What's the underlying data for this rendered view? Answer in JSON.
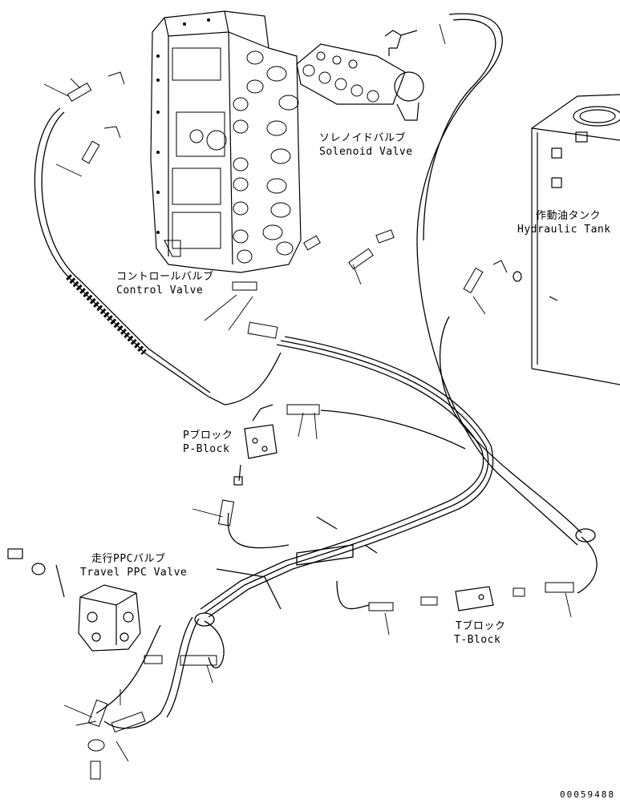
{
  "labels": {
    "solenoid_jp": "ソレノイドバルブ",
    "solenoid_en": "Solenoid Valve",
    "control_jp": "コントロールバルブ",
    "control_en": "Control Valve",
    "tank_jp": "作動油タンク",
    "tank_en": "Hydraulic Tank",
    "pblock_jp": "Pブロック",
    "pblock_en": "P-Block",
    "travel_jp": "走行PPCバルブ",
    "travel_en": "Travel PPC Valve",
    "tblock_jp": "Tブロック",
    "tblock_en": "T-Block"
  },
  "serial": "00059488"
}
